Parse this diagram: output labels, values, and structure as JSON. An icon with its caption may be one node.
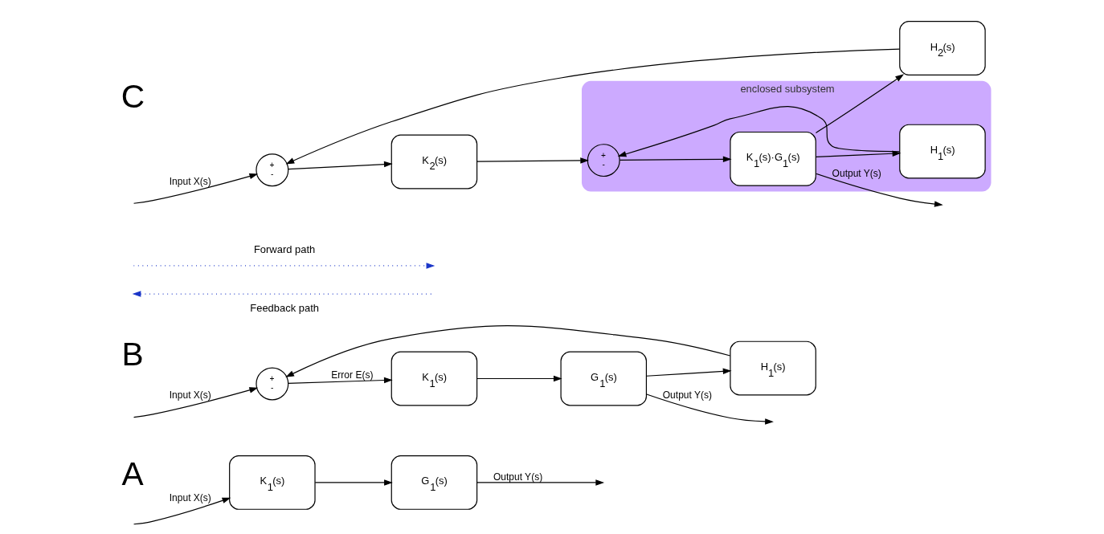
{
  "diagram": {
    "nodes": [
      {
        "text": [
          "K$_{1}$(s)"
        ]
      },
      {
        "text": [
          "G$_{1}$(s)"
        ]
      },
      {
        "text": [
          "+",
          "-"
        ]
      },
      {
        "text": [
          "K$_{1}$(s)"
        ]
      },
      {
        "text": [
          "G$_{1}$(s)"
        ]
      },
      {
        "text": [
          "H$_{1}$(s)"
        ]
      },
      {
        "text": [
          "+",
          "-"
        ]
      },
      {
        "text": [
          "K$_{2}$(s)"
        ]
      },
      {
        "text": [
          "enclosed subsystem"
        ]
      },
      {
        "text": [
          "+",
          "-"
        ],
        "in": 8
      },
      {
        "text": [
          "K$_{1}$(s)·G$_{1}$(s)"
        ],
        "in": 8
      },
      {
        "text": [
          "H$_{1}$(s)"
        ],
        "in": 8
      },
      {
        "text": [
          "H$_{2}$(s)"
        ]
      }
    ],
    "edges": [
      {
        "from": null,
        "to": 0,
        "arrow": "to",
        "label": "Input X(s)"
      },
      {
        "from": 0,
        "to": 1,
        "arrow": "to"
      },
      {
        "from": 1,
        "to": null,
        "arrow": "to",
        "label": "Output Y(s)"
      },
      {
        "from": null,
        "to": 2,
        "arrow": "to",
        "label": "Input X(s)"
      },
      {
        "from": 2,
        "to": 3,
        "arrow": "to",
        "label": "Error E(s)"
      },
      {
        "from": 3,
        "to": 4,
        "arrow": "to"
      },
      {
        "from": 4,
        "to": null,
        "arrow": "to",
        "label": "Output Y(s)"
      },
      {
        "from": 4,
        "to": 5,
        "arrow": "to"
      },
      {
        "from": 5,
        "to": 2,
        "arrow": "to"
      },
      {
        "from": null,
        "to": 6,
        "arrow": "to",
        "label": "Input X(s)"
      },
      {
        "from": 6,
        "to": 7,
        "arrow": "to"
      },
      {
        "from": 7,
        "to": 9,
        "arrow": "to"
      },
      {
        "from": 9,
        "to": 10,
        "arrow": "to"
      },
      {
        "from": 10,
        "to": null,
        "arrow": "to",
        "label": "Output Y(s)"
      },
      {
        "from": 10,
        "to": 11,
        "arrow": "to"
      },
      {
        "from": 11,
        "to": 9,
        "arrow": "to"
      },
      {
        "from": 10,
        "to": 12,
        "arrow": "to"
      },
      {
        "from": 12,
        "to": 6,
        "arrow": "to"
      }
    ],
    "labels": [
      "A",
      "B",
      "Forward path",
      "Feedback path",
      "C"
    ]
  }
}
